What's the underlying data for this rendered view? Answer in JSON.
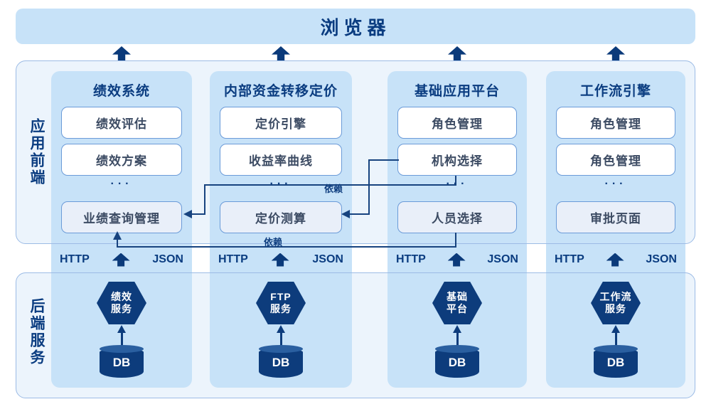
{
  "browser_bar": {
    "title": "浏览器"
  },
  "frontend_section": {
    "label": "应用前端"
  },
  "backend_section": {
    "label": "后端服务"
  },
  "shared": {
    "http_label": "HTTP",
    "json_label": "JSON",
    "ellipsis": "···",
    "dependency_label": "依赖",
    "db_label": "DB"
  },
  "columns": [
    {
      "title": "绩效系统",
      "boxes": [
        "绩效评估",
        "绩效方案"
      ],
      "featured_box": "业绩查询管理",
      "service_name": [
        "绩效",
        "服务"
      ]
    },
    {
      "title": "内部资金转移定价",
      "boxes": [
        "定价引擎",
        "收益率曲线"
      ],
      "featured_box": "定价测算",
      "service_name": [
        "FTP",
        "服务"
      ]
    },
    {
      "title": "基础应用平台",
      "boxes": [
        "角色管理",
        "机构选择"
      ],
      "featured_box": "人员选择",
      "service_name": [
        "基础",
        "平台"
      ]
    },
    {
      "title": "工作流引擎",
      "boxes": [
        "角色管理",
        "角色管理"
      ],
      "featured_box": "审批页面",
      "service_name": [
        "工作流",
        "服务"
      ]
    }
  ],
  "colors": {
    "panel_blue": "#c7e2f8",
    "section_bg": "#ecf4fc",
    "section_border": "#9cbbe5",
    "navy_text": "#0a3c80",
    "shape_navy": "#0d3c7c",
    "connector": "#17437f",
    "box_border": "#6b9bd8",
    "featured_box_bg": "#e9eff9"
  }
}
